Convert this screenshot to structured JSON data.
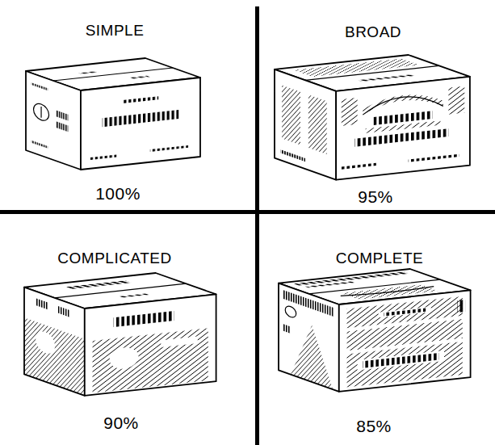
{
  "diagram": {
    "labels": [
      "SIMPLE",
      "BROAD",
      "100%",
      "95%",
      "COMPLICATED",
      "COMPLETE",
      "90%",
      "85%"
    ]
  }
}
